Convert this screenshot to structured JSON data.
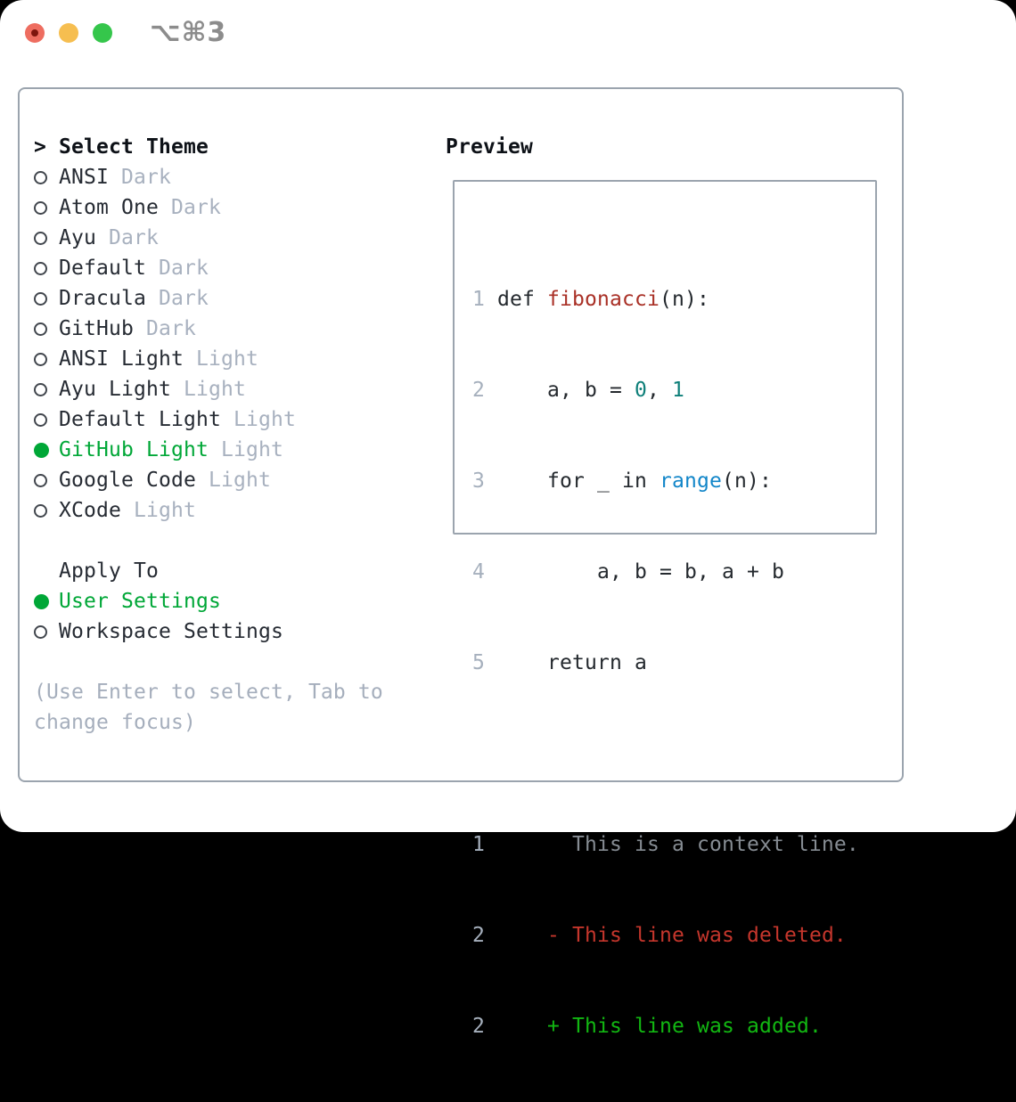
{
  "titlebar": {
    "shortcut": "⌥⌘3"
  },
  "colors": {
    "accent_green": "#00a737",
    "added_green": "#12b712",
    "deleted_red": "#c5362c",
    "function_red": "#a93026",
    "literal_teal": "#0e7f79",
    "builtin_blue": "#1286c9",
    "muted_gray": "#a8b1bf",
    "context_gray": "#868c93",
    "border_gray": "#9ba4ae"
  },
  "theme_picker": {
    "header_marker": ">",
    "header": "Select Theme",
    "items": [
      {
        "name": "ANSI",
        "variant": "Dark",
        "selected": false
      },
      {
        "name": "Atom One",
        "variant": "Dark",
        "selected": false
      },
      {
        "name": "Ayu",
        "variant": "Dark",
        "selected": false
      },
      {
        "name": "Default",
        "variant": "Dark",
        "selected": false
      },
      {
        "name": "Dracula",
        "variant": "Dark",
        "selected": false
      },
      {
        "name": "GitHub",
        "variant": "Dark",
        "selected": false
      },
      {
        "name": "ANSI Light",
        "variant": "Light",
        "selected": false
      },
      {
        "name": "Ayu Light",
        "variant": "Light",
        "selected": false
      },
      {
        "name": "Default Light",
        "variant": "Light",
        "selected": false
      },
      {
        "name": "GitHub Light",
        "variant": "Light",
        "selected": true
      },
      {
        "name": "Google Code",
        "variant": "Light",
        "selected": false
      },
      {
        "name": "XCode",
        "variant": "Light",
        "selected": false
      }
    ],
    "apply_to": {
      "header": "Apply To",
      "options": [
        {
          "name": "User Settings",
          "selected": true
        },
        {
          "name": "Workspace Settings",
          "selected": false
        }
      ]
    },
    "hint_lines": [
      "(Use Enter to select, Tab to",
      "change focus)"
    ]
  },
  "preview": {
    "header": "Preview",
    "lines": [
      {
        "no": "1 ",
        "s1": "def ",
        "s2": "fibonacci",
        "s3": "(n):"
      },
      {
        "no": "2 ",
        "s1": "    a, b = ",
        "s2": "0",
        "s3": ", ",
        "s4": "1"
      },
      {
        "no": "3 ",
        "s1": "    for _ in ",
        "s2": "range",
        "s3": "(n):"
      },
      {
        "no": "4 ",
        "s1": "        a, b = b, a + b"
      },
      {
        "no": "5 ",
        "s1": "    return a"
      },
      {
        "no": "1 ",
        "s1": "      This is a context line."
      },
      {
        "no": "2 ",
        "s1": "    ",
        "s2": "- This line was deleted."
      },
      {
        "no": "2 ",
        "s1": "    ",
        "s2": "+ This line was added."
      }
    ]
  }
}
